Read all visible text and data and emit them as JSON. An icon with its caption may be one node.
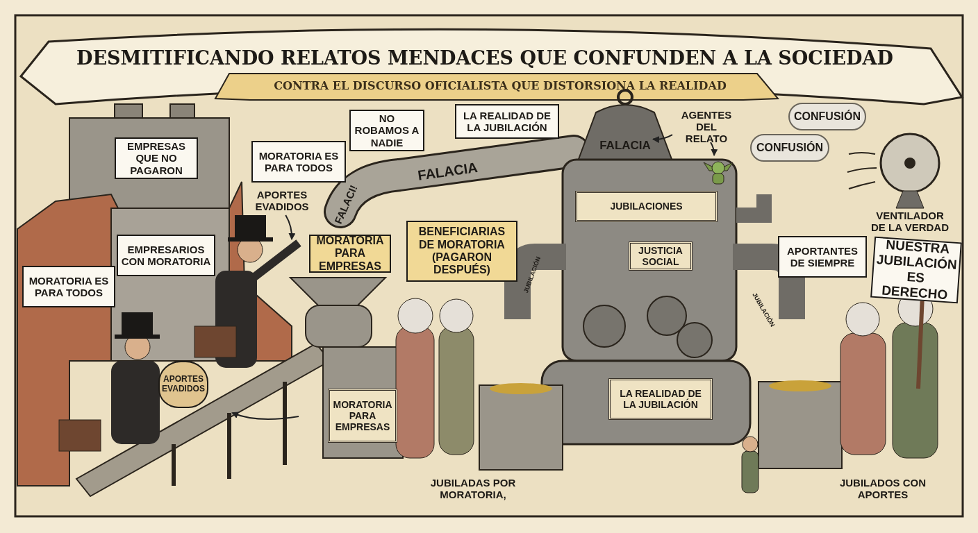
{
  "diagram": {
    "title": "DESMITIFICANDO RELATOS MENDACES QUE CONFUNDEN A LA SOCIEDAD",
    "nodes": [
      {
        "text": [
          "EMPRESAS QUE NO PAGARON"
        ]
      },
      {
        "text": [
          "MORATORIA ES PARA TODOS"
        ]
      },
      {
        "text": [
          "EMPRESARIOS CON MORATORIA"
        ]
      },
      {
        "text": [
          "MORATORIA ES PARA TODOS"
        ]
      },
      {
        "text": [
          "NO ROBAMOS A NADIE"
        ]
      },
      {
        "text": [
          "LA REALIDAD DE LA JUBILACIÓN"
        ]
      },
      {
        "text": [
          "APORTES EVADIDOS"
        ]
      },
      {
        "text": [
          "MORATORIA PARA EMPRESAS"
        ]
      },
      {
        "text": [
          "BENEFICIARIAS DE MORATORIA (PAGARON DESPUÉS)"
        ]
      },
      {
        "text": [
          "AGENTES DEL RELATO"
        ]
      },
      {
        "text": [],
        "shape": "picture"
      },
      {
        "text": [
          "FALACIA"
        ]
      },
      {
        "text": [
          "JUBILACIONES"
        ]
      },
      {
        "text": [
          "JUSTICIA SOCIAL"
        ]
      },
      {
        "text": [
          "LA REALIDAD DE LA JUBILACIÓN"
        ]
      },
      {
        "text": [
          "MORATORIA PARA EMPRESAS"
        ]
      },
      {
        "text": [
          "APORTES EVADIDOS"
        ]
      },
      {
        "text": [
          "CONFUSIÓN"
        ]
      },
      {
        "text": [
          "CONFUSIÓN"
        ]
      },
      {
        "text": [
          "VENTILADOR DE LA VERDAD"
        ]
      },
      {
        "text": [
          "APORTANTES DE SIEMPRE"
        ]
      },
      {
        "text": [
          "NUESTRA JUBILACIÓN ES DERECHO"
        ]
      },
      {
        "text": [
          "JUBILADAS POR MORATORIA,"
        ]
      },
      {
        "text": [
          "JUBILADOS CON APORTES"
        ]
      }
    ],
    "edges": [
      {
        "from": 6,
        "to": null,
        "arrow": "to"
      },
      {
        "from": 9,
        "to": 11,
        "arrow": "to"
      },
      {
        "from": 9,
        "to": 10,
        "arrow": "to"
      }
    ],
    "labels": [
      "CONTRA EL DISCURSO OFICIALISTA QUE DISTORSIONA LA REALIDAD",
      "FALACI!",
      "FALACIA",
      "JUBILACIÓN",
      "JUBILACIÓN"
    ]
  }
}
